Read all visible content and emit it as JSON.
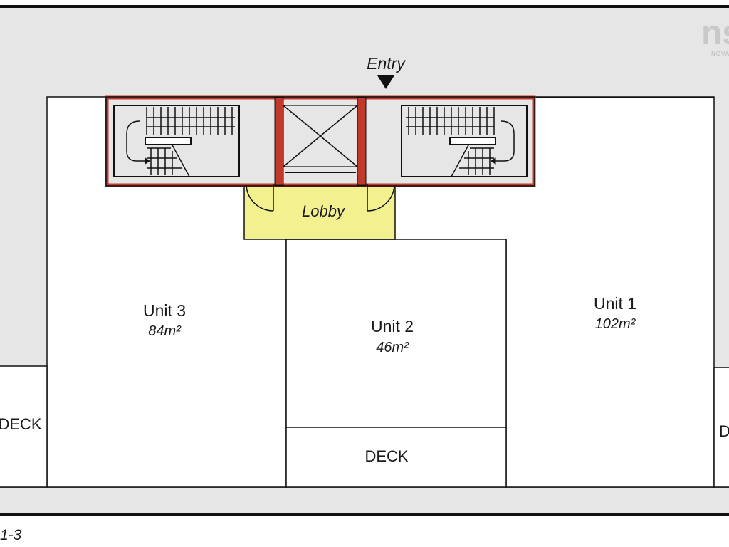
{
  "logo": {
    "text": "ns",
    "subtext": "NOVA"
  },
  "entry": {
    "label": "Entry"
  },
  "lobby": {
    "label": "Lobby"
  },
  "units": [
    {
      "name": "Unit 3",
      "area": "84m²"
    },
    {
      "name": "Unit 2",
      "area": "46m²"
    },
    {
      "name": "Unit 1",
      "area": "102m²"
    }
  ],
  "decks": {
    "left": "DECK",
    "center": "DECK",
    "right": "D"
  },
  "caption": "1-3",
  "colors": {
    "background": "#e6e6e6",
    "walls": "#111111",
    "core_wall": "#c0392b",
    "lobby": "#f3f08f",
    "unit": "#ffffff"
  }
}
